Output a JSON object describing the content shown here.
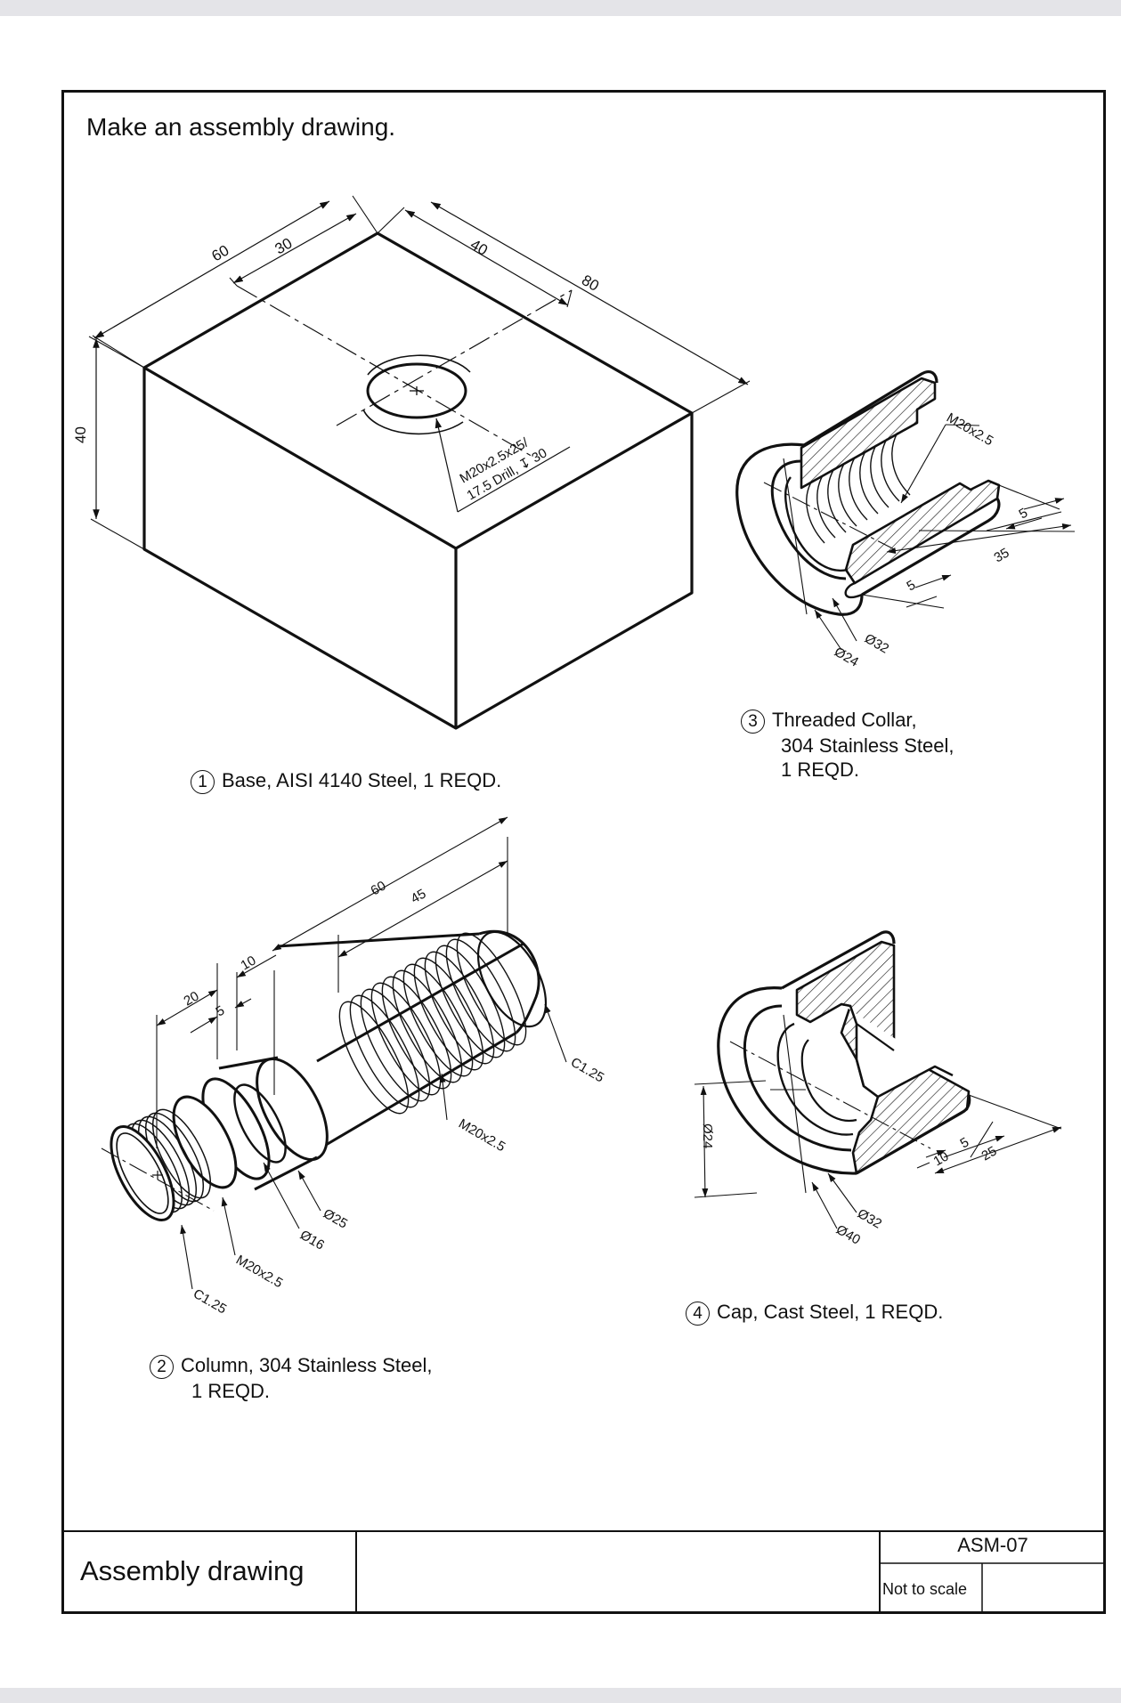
{
  "instruction": "Make an assembly drawing.",
  "parts": [
    {
      "number": "1",
      "line1": "Base, AISI 4140 Steel, 1 REQD.",
      "line2": "",
      "line3": ""
    },
    {
      "number": "2",
      "line1": "Column, 304 Stainless Steel,",
      "line2": "1 REQD.",
      "line3": ""
    },
    {
      "number": "3",
      "line1": "Threaded Collar,",
      "line2": "304 Stainless Steel,",
      "line3": "1 REQD."
    },
    {
      "number": "4",
      "line1": "Cap, Cast Steel, 1 REQD.",
      "line2": "",
      "line3": ""
    }
  ],
  "dimensions": {
    "base": {
      "d60": "60",
      "d30": "30",
      "d40_top": "40",
      "d80": "80",
      "d40_height": "40",
      "hole_note_1": "M20x2.5x25/",
      "hole_note_2": "17.5 Drill, ",
      "hole_depth_symbol": "↧",
      "hole_depth": "30"
    },
    "collar": {
      "thread": "M20x2.5",
      "d5a": "5",
      "d5b": "5",
      "d35": "35",
      "dia32": "Ø32",
      "dia24": "Ø24"
    },
    "column": {
      "d60": "60",
      "d45": "45",
      "d10": "10",
      "d20": "20",
      "d5": "5",
      "chamfer_top": "C1.25",
      "thread_main": "M20x2.5",
      "dia25": "Ø25",
      "dia16": "Ø16",
      "thread_end": "M20x2.5",
      "chamfer_end": "C1.25"
    },
    "cap": {
      "dia24": "Ø24",
      "d10": "10",
      "d5": "5",
      "d25": "25",
      "dia32": "Ø32",
      "dia40": "Ø40"
    }
  },
  "title_block": {
    "title": "Assembly drawing",
    "drawing_number": "ASM-07",
    "scale": "Not to scale"
  }
}
